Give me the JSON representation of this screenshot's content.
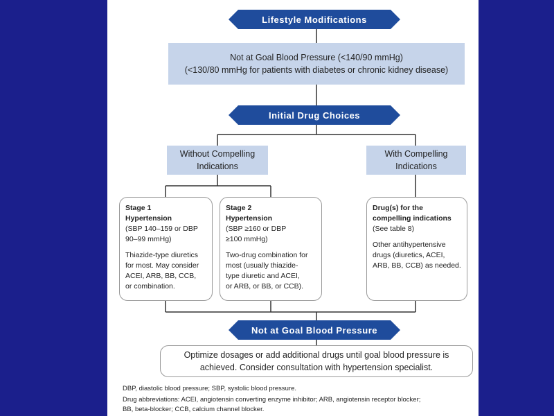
{
  "banners": {
    "lifestyle": "Lifestyle Modifications",
    "initial": "Initial Drug Choices",
    "not_at_goal": "Not at Goal Blood Pressure"
  },
  "goal_box": {
    "line1": "Not at Goal Blood Pressure (<140/90 mmHg)",
    "line2": "(<130/80 mmHg for patients with diabetes or chronic kidney disease)"
  },
  "without_ci": {
    "line1": "Without Compelling",
    "line2": "Indications"
  },
  "with_ci": {
    "line1": "With Compelling",
    "line2": "Indications"
  },
  "stage1": {
    "title1": "Stage 1",
    "title2": "Hypertension",
    "range1": "(SBP 140–159 or DBP",
    "range2": "90–99 mmHg)",
    "text": [
      "Thiazide-type diuretics",
      "for most. May consider",
      "ACEI, ARB, BB, CCB,",
      "or combination."
    ]
  },
  "stage2": {
    "title1": "Stage 2",
    "title2": "Hypertension",
    "range1": "(SBP ≥160 or DBP",
    "range2": "≥100 mmHg)",
    "text": [
      "Two-drug combination for",
      "most (usually thiazide-",
      "type diuretic and ACEI,",
      "or ARB, or BB, or CCB)."
    ]
  },
  "compelling": {
    "title1": "Drug(s) for the",
    "title2": "compelling indications",
    "ref": "(See table 8)",
    "text": [
      "Other antihypertensive",
      "drugs (diuretics, ACEI,",
      "ARB, BB, CCB) as needed."
    ]
  },
  "final_box": {
    "line1": "Optimize dosages or add additional drugs until goal blood pressure is",
    "line2": "achieved. Consider consultation with hypertension specialist."
  },
  "footnotes": {
    "line1": "DBP, diastolic blood pressure; SBP, systolic blood pressure.",
    "line2": "Drug abbreviations: ACEI, angiotensin converting enzyme inhibitor; ARB, angiotensin receptor blocker;",
    "line3": "BB, beta-blocker; CCB, calcium channel blocker."
  },
  "colors": {
    "slide_bg": "#1b1f8c",
    "banner": "#1f4c9c",
    "shaded_box": "#c6d4ea"
  }
}
